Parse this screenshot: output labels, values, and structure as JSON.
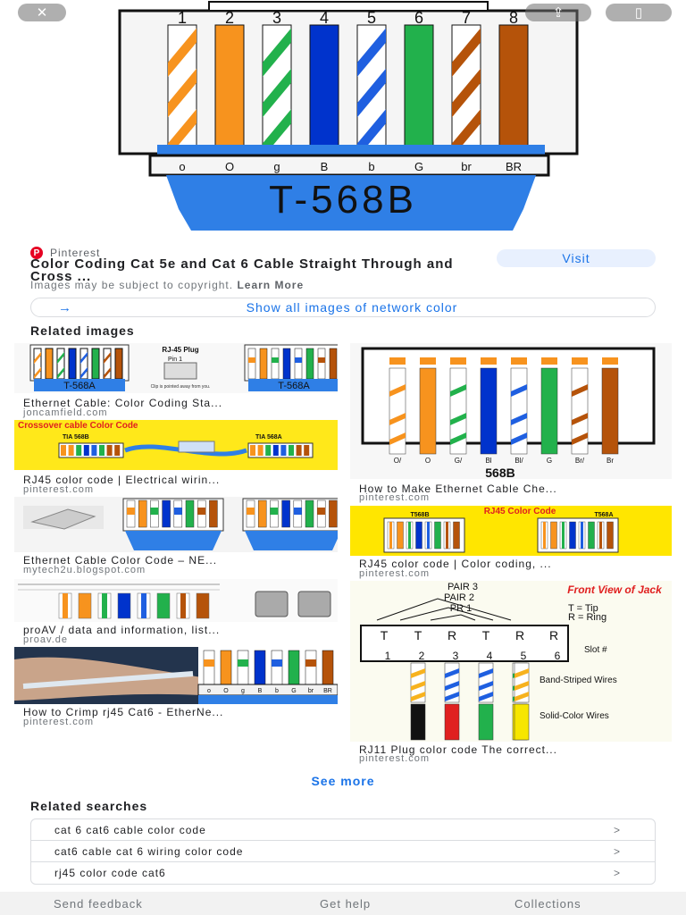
{
  "hero": {
    "pin_numbers": [
      "1",
      "2",
      "3",
      "4",
      "5",
      "6",
      "7",
      "8"
    ],
    "wire_labels": [
      "o",
      "O",
      "g",
      "B",
      "b",
      "G",
      "br",
      "BR"
    ],
    "standard": "T-568B",
    "wire_colors": [
      "#f7931e",
      "#f7931e",
      "#22b14c",
      "#0033cc",
      "#1f5fe0",
      "#22b14c",
      "#b5530a",
      "#b5530a"
    ],
    "wire_striped": [
      true,
      false,
      true,
      false,
      true,
      false,
      true,
      false
    ],
    "accent_blue": "#2f7fe6"
  },
  "source": {
    "name": "Pinterest"
  },
  "result": {
    "title": "Color Coding Cat 5e and Cat 6 Cable Straight Through and Cross ...",
    "visit_label": "Visit",
    "copyright_text": "Images may be subject to copyright.",
    "learn_more": "Learn More"
  },
  "show_all": "Show all images of network color",
  "related_heading": "Related images",
  "related": [
    {
      "title": "Ethernet Cable: Color Coding Sta...",
      "source": "joncamfield.com",
      "thumb_labels": [
        "RJ-45 Plug",
        "Pin 1",
        "T-568A",
        "T-568A",
        "Clip is pointed away from you."
      ]
    },
    {
      "title": "How to Make Ethernet Cable Che...",
      "source": "pinterest.com",
      "thumb_labels": [
        "568B"
      ],
      "wire_labels": [
        "O/",
        "O",
        "G/",
        "Bl",
        "Bl/",
        "G",
        "Br/",
        "Br"
      ]
    },
    {
      "title": "RJ45 color code | Electrical wirin...",
      "source": "pinterest.com",
      "thumb_labels": [
        "Crossover cable Color Code",
        "TIA 568B",
        "TIA 568A"
      ]
    },
    {
      "title": "RJ45 color code | Color coding, ...",
      "source": "pinterest.com",
      "thumb_labels": [
        "RJ45 Color Code",
        "T568B",
        "T568A"
      ]
    },
    {
      "title": "Ethernet Cable Color Code – NE...",
      "source": "mytech2u.blogspot.com",
      "thumb_labels": []
    },
    {
      "title": "proAV / data and information, list...",
      "source": "proav.de",
      "thumb_labels": []
    },
    {
      "title": "RJ11 Plug color code The correct...",
      "source": "pinterest.com",
      "thumb_labels": [
        "PAIR 3",
        "PAIR 2",
        "PR 1",
        "Front View of Jack",
        "T = Tip",
        "R = Ring",
        "Slot #",
        "Band-Striped Wires",
        "Solid-Color Wires"
      ],
      "pin_letters": [
        "T",
        "T",
        "R",
        "T",
        "R",
        "R"
      ],
      "pin_numbers": [
        "1",
        "2",
        "3",
        "4",
        "5",
        "6"
      ]
    },
    {
      "title": "How to Crimp rj45 Cat6 - EtherNe...",
      "source": "pinterest.com",
      "thumb_labels": [
        "o",
        "O",
        "g",
        "B",
        "b",
        "G",
        "br",
        "BR"
      ]
    }
  ],
  "see_more": "See more",
  "searches_heading": "Related searches",
  "searches": [
    "cat 6 cat6 cable color code",
    "cat6 cable cat 6 wiring color code",
    "rj45 color code cat6"
  ],
  "footer": {
    "feedback": "Send feedback",
    "help": "Get help",
    "collections": "Collections"
  }
}
